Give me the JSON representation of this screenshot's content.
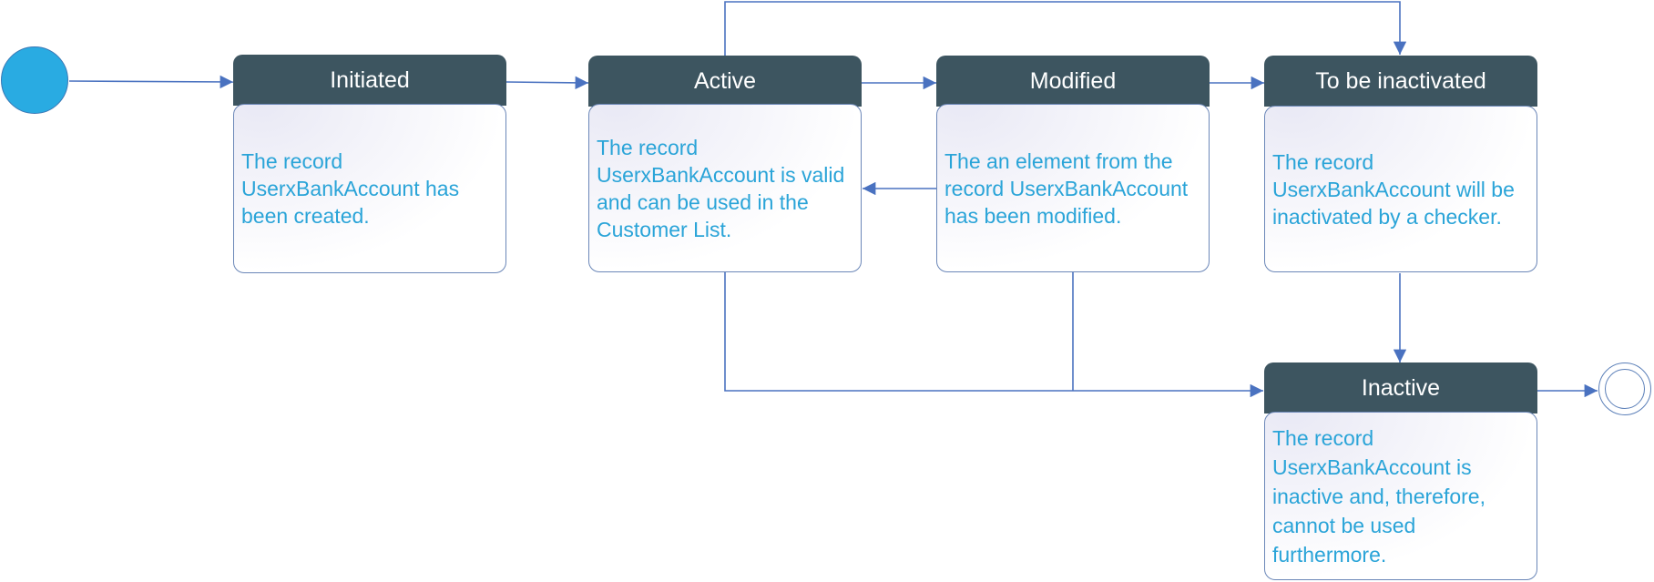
{
  "states": {
    "initiated": {
      "title": "Initiated",
      "description": "The record\nUserxBankAccount has\nbeen created."
    },
    "active": {
      "title": "Active",
      "description": "The record\nUserxBankAccount is valid\nand can be used in the\nCustomer List."
    },
    "modified": {
      "title": "Modified",
      "description": "The an element from the\nrecord UserxBankAccount\nhas been modified."
    },
    "to_be_inactivated": {
      "title": "To be inactivated",
      "description": "The record\nUserxBankAccount will be\ninactivated by a checker."
    },
    "inactive": {
      "title": "Inactive",
      "description": "The record\nUserxBankAccount is\ninactive and, therefore,\ncannot be used\nfurthermore."
    }
  },
  "colors": {
    "header_fill": "#3d5560",
    "description_text": "#2aa4d8",
    "connector": "#4a72c0",
    "start_node": "#29abe2"
  }
}
